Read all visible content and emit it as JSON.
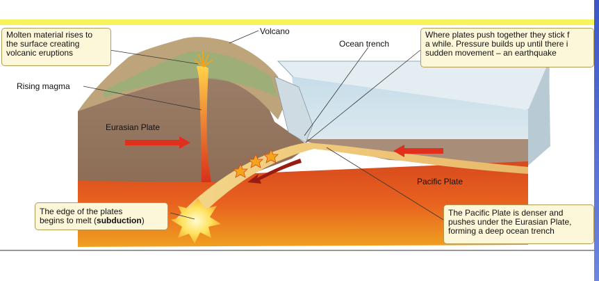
{
  "colors": {
    "banner": "#f7f35a",
    "sidebar": "#4d66d6",
    "callout_bg": "#fdf7d9",
    "callout_border": "#b39b55",
    "arrow": "#e0301c"
  },
  "labels": {
    "volcano": "Volcano",
    "ocean_trench": "Ocean trench",
    "rising_magma": "Rising magma",
    "eurasian_plate": "Eurasian Plate",
    "pacific_plate": "Pacific Plate"
  },
  "callouts": {
    "molten": [
      "Molten material rises to",
      "the surface creating",
      "volcanic eruptions"
    ],
    "plates_push": [
      "Where plates push together they stick f",
      "a while. Pressure builds up until there i",
      "sudden movement – an earthquake"
    ],
    "edge_melt_prefix": "The edge of the plates",
    "edge_melt_line2": "begins to melt (",
    "edge_melt_bold": "subduction",
    "edge_melt_suffix": ")",
    "pacific_denser": [
      "The Pacific Plate is denser and",
      "pushes under the Eurasian Plate,",
      "forming a deep ocean trench"
    ]
  }
}
